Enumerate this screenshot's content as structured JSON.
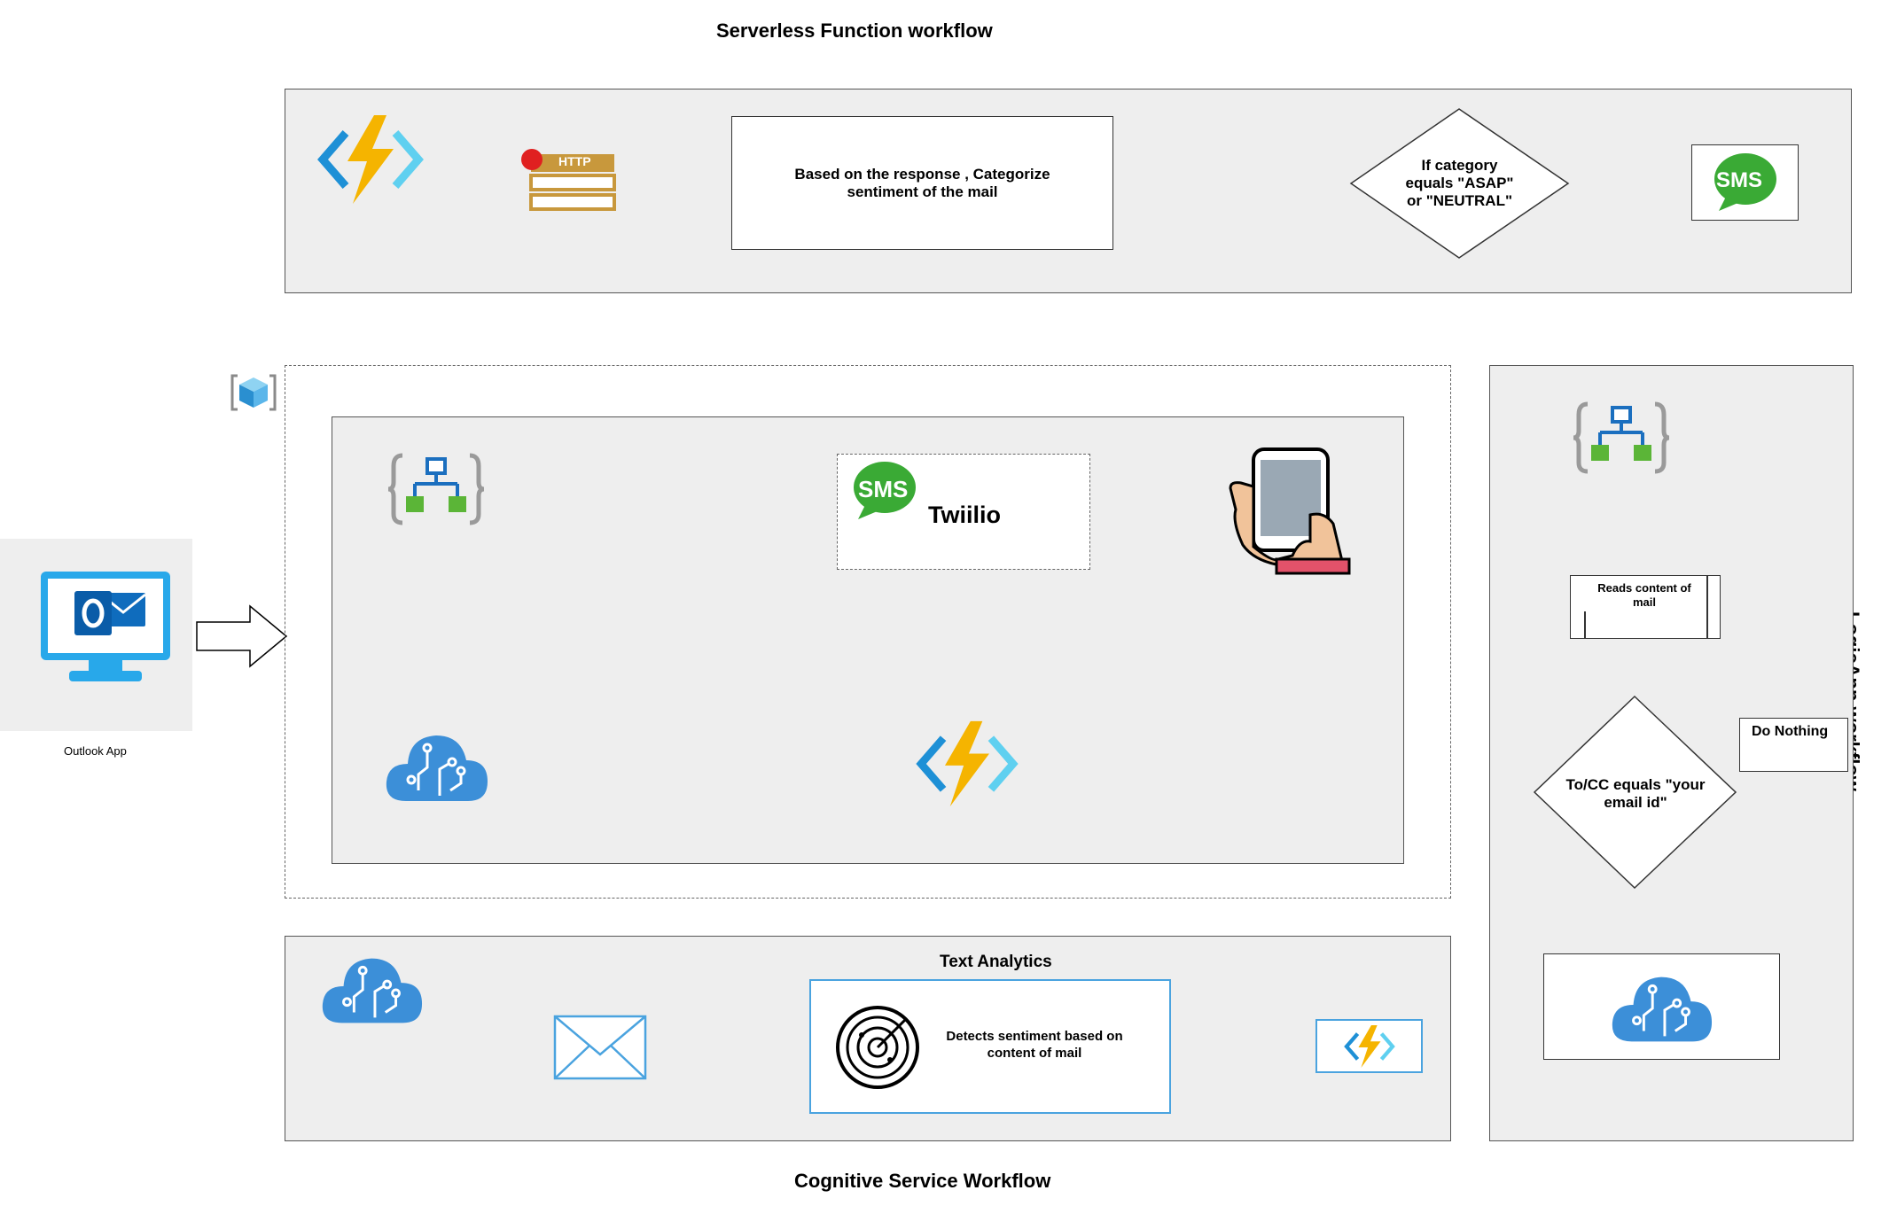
{
  "titles": {
    "serverless": "Serverless Function workflow",
    "cognitive": "Cognitive Service Workflow",
    "logicapp": "LogicApp workflow"
  },
  "serverless": {
    "http_label": "HTTP",
    "categorize": "Based on the response , Categorize sentiment of the mail",
    "decision": "If category equals \"ASAP\" or \"NEUTRAL\"",
    "sms_label": "SMS"
  },
  "main": {
    "outlook_label": "Outlook App",
    "sms_label": "SMS",
    "twilio": "Twiilio"
  },
  "cognitive": {
    "text_analytics": "Text Analytics",
    "detects": "Detects sentiment based on content of mail"
  },
  "logicapp": {
    "reads": "Reads content of mail",
    "condition": "To/CC equals \"your email id\"",
    "do_nothing": "Do Nothing"
  },
  "colors": {
    "panel_bg": "#eeeeee",
    "azure_blue": "#1e90d6",
    "sms_green": "#3aaa35",
    "outlook_cyan": "#28a8ea",
    "bolt_yellow": "#f5b400"
  },
  "icons": [
    "function-app-icon",
    "http-trigger-icon",
    "sms-icon",
    "app-service-icon",
    "outlook-monitor-icon",
    "logic-app-icon",
    "cognitive-cloud-icon",
    "phone-hand-icon",
    "email-icon",
    "radar-icon"
  ]
}
